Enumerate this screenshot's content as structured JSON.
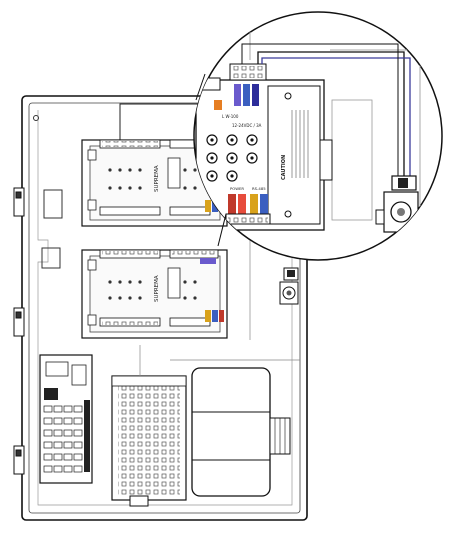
{
  "diagram": {
    "zoom_labels": {
      "top_left_header": "L W-100",
      "voltage_line": "12-24VDC / 3A",
      "caution_title": "CAUTION",
      "power_label": "POWER",
      "rs485_label": "RS-485"
    },
    "module_labels": {
      "upper_board": "SUPREMA",
      "lower_board": "SUPREMA"
    }
  }
}
